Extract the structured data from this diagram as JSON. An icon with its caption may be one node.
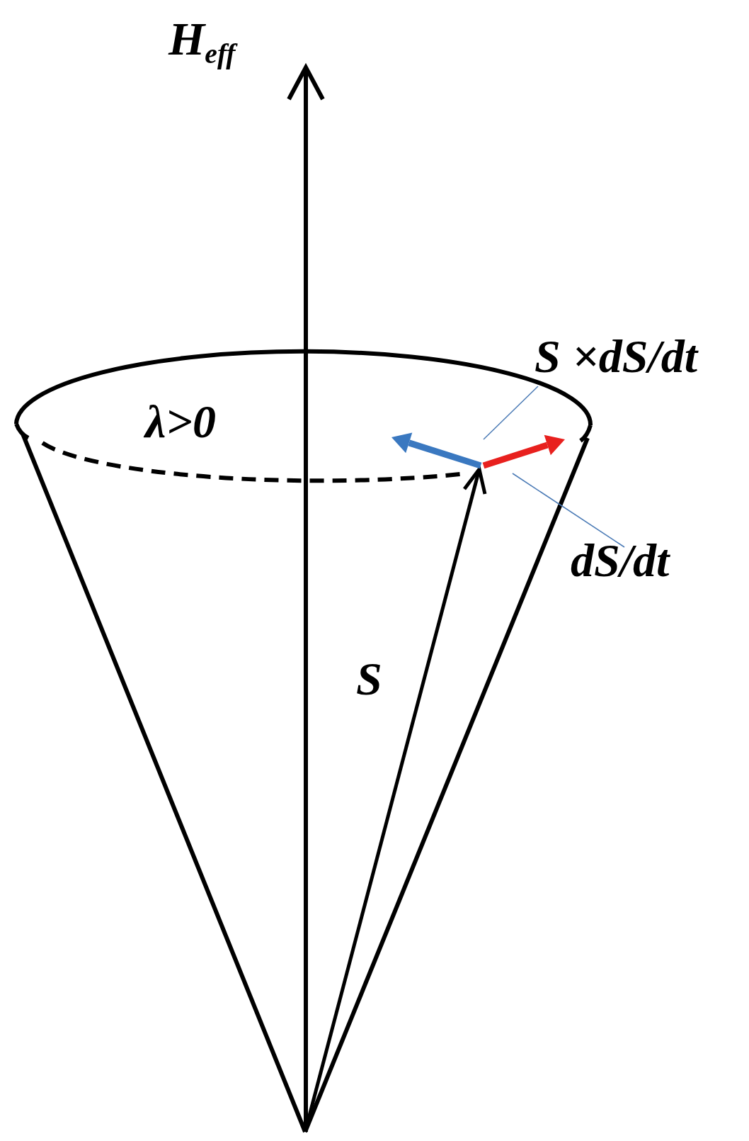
{
  "diagram": {
    "nodes": [
      {
        "text": [
          "S ×dS/dt"
        ]
      },
      {
        "text": [],
        "shape": "arrow"
      },
      {
        "text": [],
        "shape": "arrow"
      },
      {
        "text": [
          "dS/dt"
        ]
      }
    ],
    "edges": [
      {
        "from": 0,
        "to": 1,
        "arrow": "none"
      },
      {
        "from": 3,
        "to": 2,
        "arrow": "none"
      }
    ],
    "labels": [
      "H$_{eff}$",
      "λ>0",
      "S"
    ]
  }
}
